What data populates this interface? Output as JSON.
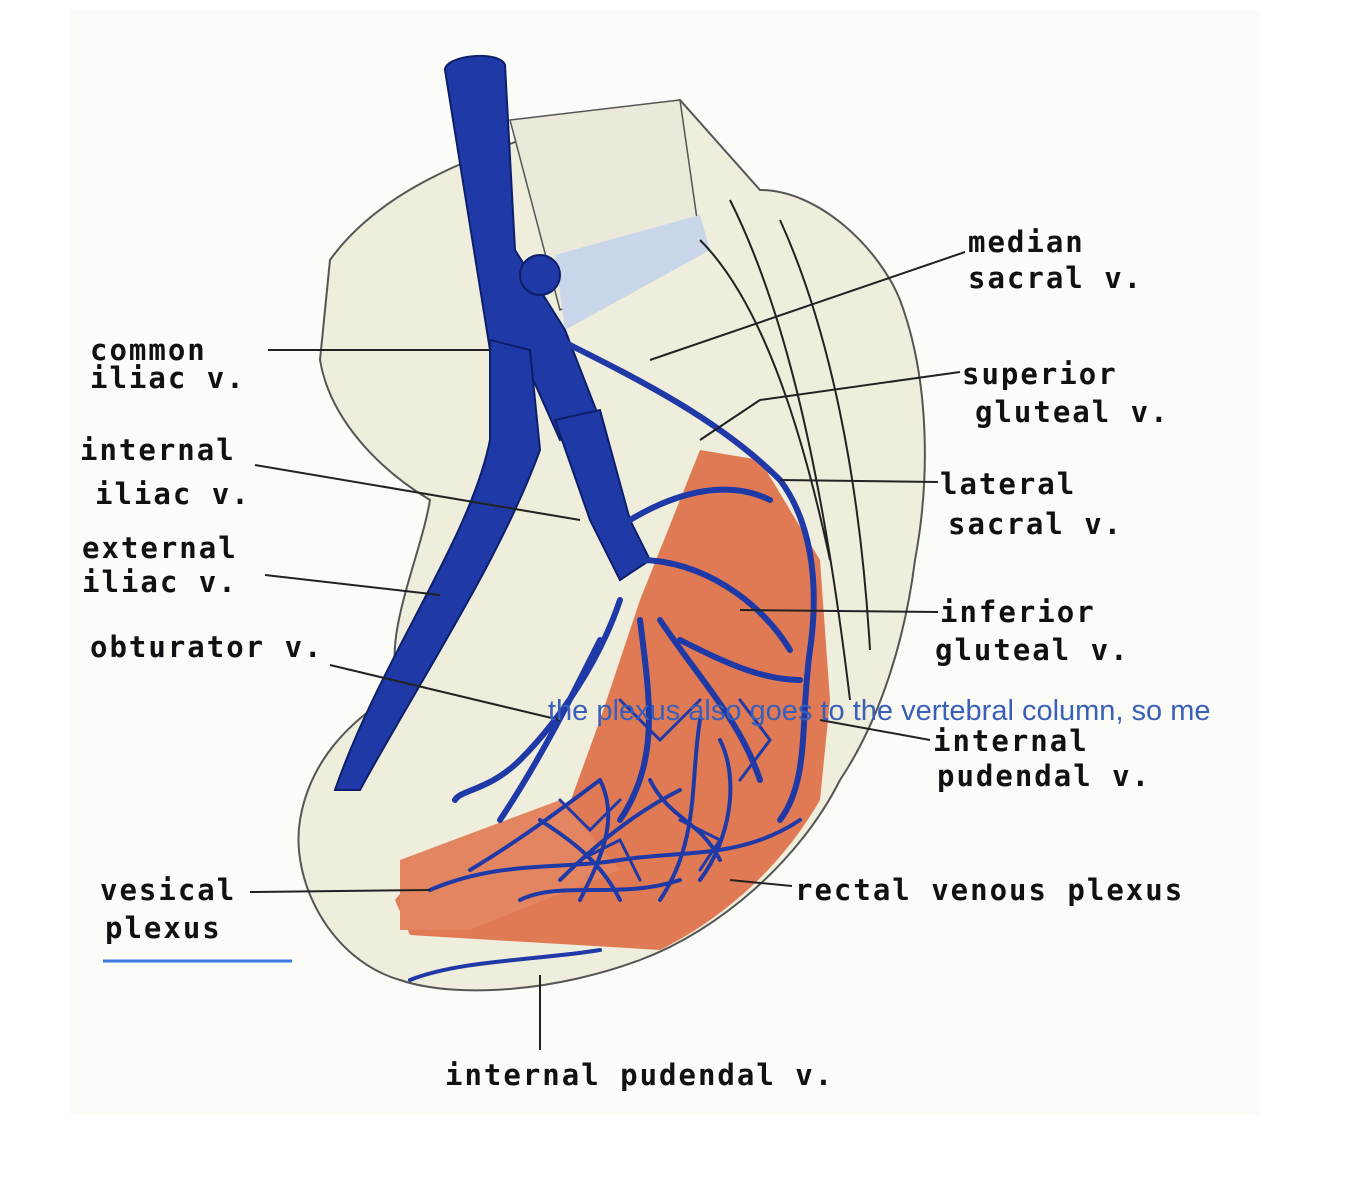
{
  "labels": {
    "median_sacral": [
      "median",
      "sacral v."
    ],
    "superior_gluteal": [
      "superior",
      "gluteal v."
    ],
    "lateral_sacral": [
      "lateral",
      "sacral v."
    ],
    "inferior_gluteal": [
      "inferior",
      "gluteal v."
    ],
    "internal_pudendal_right": [
      "internal",
      "pudendal v."
    ],
    "rectal_venous_plexus": "rectal venous plexus",
    "common_iliac": [
      "common",
      "iliac v."
    ],
    "internal_iliac": [
      "internal",
      "iliac v."
    ],
    "external_iliac": [
      "external",
      "iliac v."
    ],
    "obturator": "obturator v.",
    "vesical_plexus": [
      "vesical",
      "plexus"
    ],
    "internal_pudendal_bottom": "internal pudendal v."
  },
  "annotation": "the plexus also goes to the vertebral column, so me",
  "colors": {
    "vein": "#1f3aa6",
    "muscle": "#e07a55",
    "bone": "#efeddc",
    "annotation": "#3a5fb8",
    "underline": "#3a7be0"
  }
}
